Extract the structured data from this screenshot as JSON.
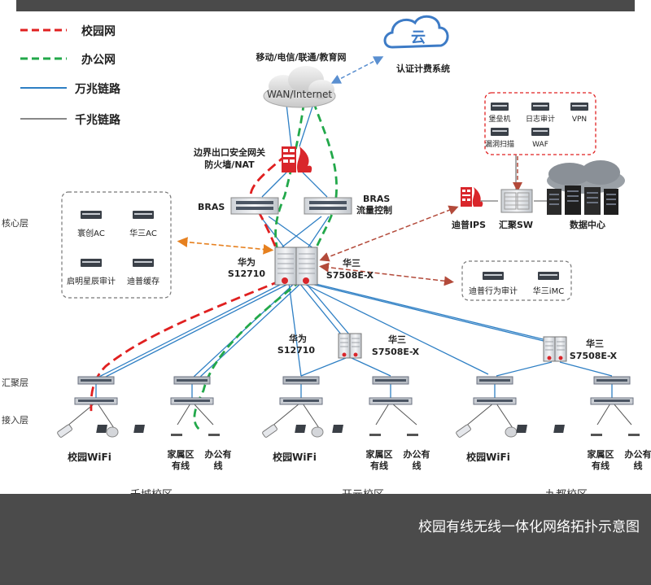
{
  "legend": [
    {
      "label": "校园网",
      "color": "#e02020",
      "dash": true
    },
    {
      "label": "办公网",
      "color": "#22a84a",
      "dash": true
    },
    {
      "label": "万兆链路",
      "color": "#2e7fc4",
      "dash": false
    },
    {
      "label": "千兆链路",
      "color": "#888888",
      "dash": false
    }
  ],
  "cloud": {
    "label": "WAN/Internet",
    "isp": "移动/电信/联通/教育网"
  },
  "auth": {
    "label": "认证计费系统"
  },
  "firewall": {
    "line1": "边界出口安全网关",
    "line2": "防火墙/NAT"
  },
  "bras": {
    "left": "BRAS",
    "right_line1": "BRAS",
    "right_line2": "流量控制"
  },
  "security_group": {
    "items": [
      "堡垒机",
      "日志审计",
      "VPN",
      "漏洞扫描",
      "WAF"
    ]
  },
  "ips": {
    "label": "迪普IPS"
  },
  "agg_sw": {
    "label": "汇聚SW"
  },
  "datacenter": {
    "label": "数据中心"
  },
  "layers": {
    "core": "核心层",
    "aggregation": "汇聚层",
    "access": "接入层"
  },
  "left_group": {
    "items": [
      "寰创AC",
      "华三AC",
      "启明星辰审计",
      "迪普缓存"
    ]
  },
  "right_group": {
    "items": [
      "迪普行为审计",
      "华三iMC"
    ]
  },
  "core": {
    "left_line1": "华为",
    "left_line2": "S12710",
    "right_line1": "华三",
    "right_line2": "S7508E-X"
  },
  "campus2": {
    "left_line1": "华为",
    "left_line2": "S12710",
    "right_line1": "华三",
    "right_line2": "S7508E-X"
  },
  "campus3": {
    "line1": "华三",
    "line2": "S7508E-X"
  },
  "endpoints": {
    "wifi": "校园WiFi",
    "family_line1": "家属区",
    "family_line2": "有线",
    "office_line1": "办公有",
    "office_line2": "线"
  },
  "campuses": [
    "千城校区",
    "开元校区",
    "九都校区"
  ],
  "caption": "校园有线无线一体化网络拓扑示意图",
  "colors": {
    "red": "#e02020",
    "green": "#22a84a",
    "blue": "#2e7fc4",
    "gray": "#888888",
    "firewall": "#d9262b"
  }
}
